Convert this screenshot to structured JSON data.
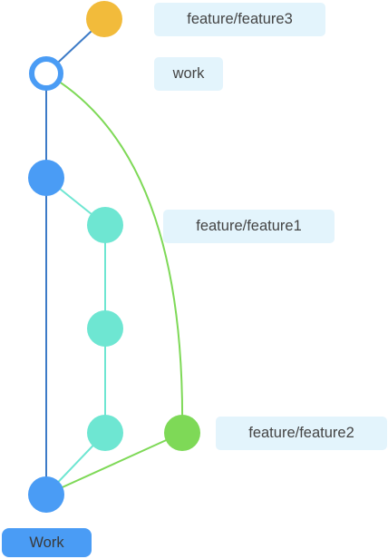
{
  "labels": {
    "feature3": "feature/feature3",
    "work": "work",
    "feature1": "feature/feature1",
    "feature2": "feature/feature2"
  },
  "branch_tag": "Work",
  "colors": {
    "main_branch": "#3d7bc7",
    "main_commit": "#4a9cf5",
    "feature1": "#6ee6d2",
    "feature2": "#7ed957",
    "feature3": "#f2bb3b",
    "label_bg": "#e3f4fc",
    "head_ring": "#4a9cf5"
  }
}
